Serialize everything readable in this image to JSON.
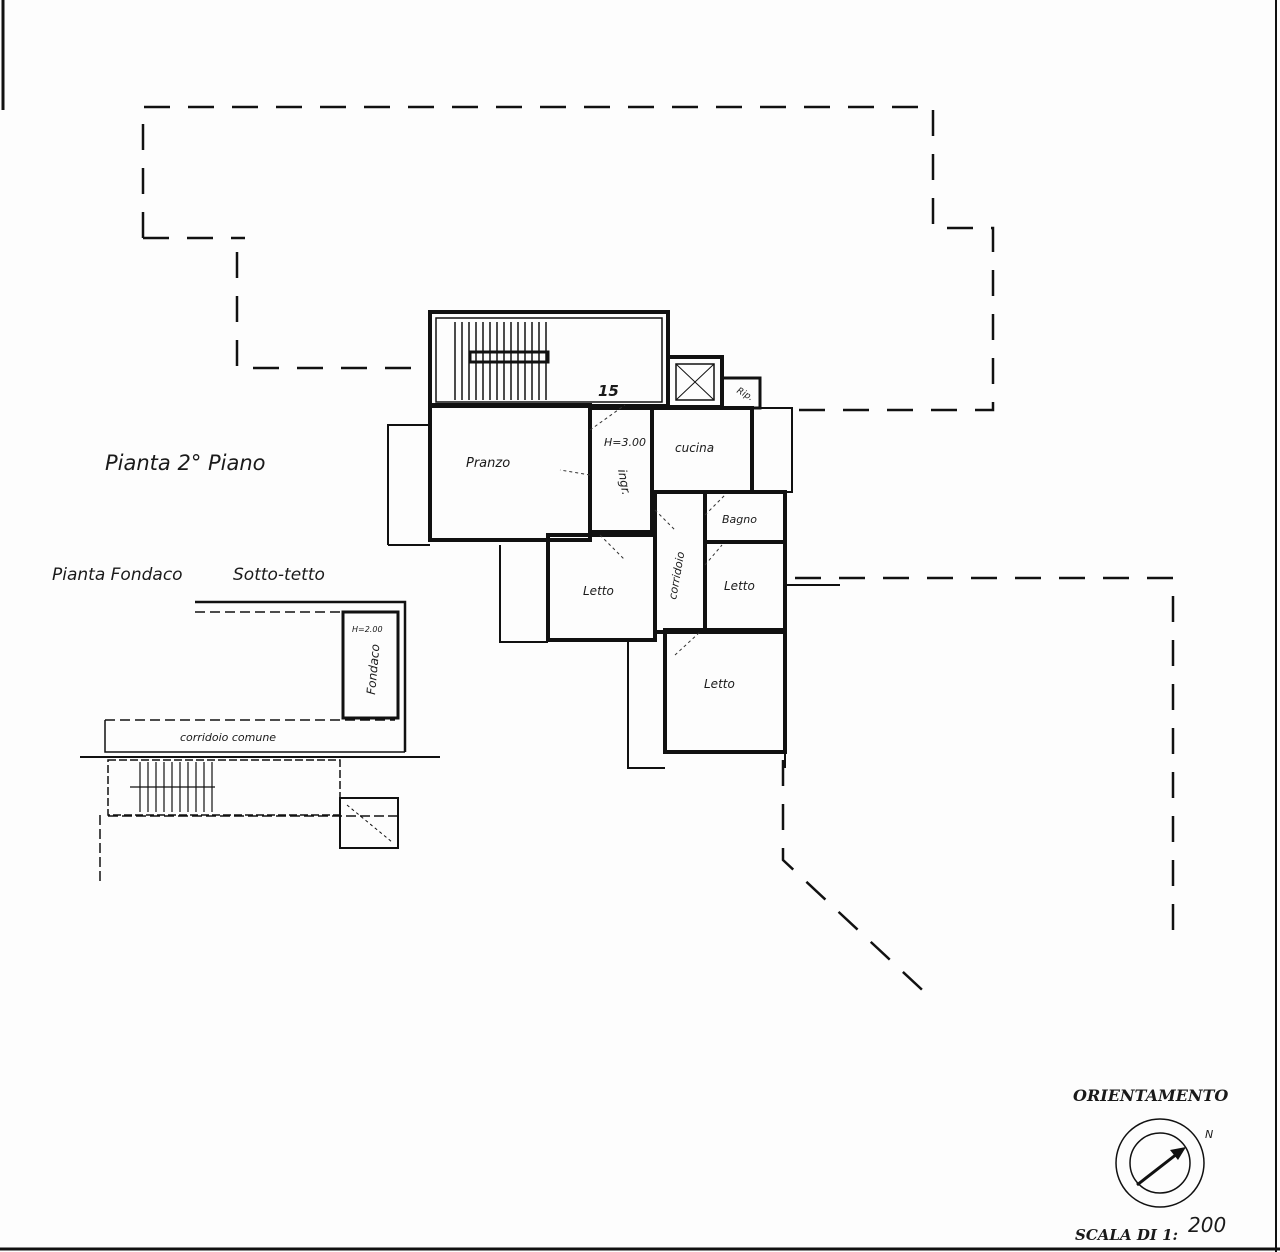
{
  "titles": {
    "main_plan": "Pianta 2° Piano",
    "secondary_plan": "Pianta Fondaco",
    "secondary_plan_sub": "Sotto-tetto"
  },
  "rooms": {
    "landing_number": "15",
    "height_note": "H=3.00",
    "pranzo": "Pranzo",
    "ingresso": "ingr.",
    "cucina": "cucina",
    "bagno": "Bagno",
    "corridoio": "corridoio",
    "letto_1": "Letto",
    "letto_2": "Letto",
    "letto_3": "Letto",
    "ripostiglio": "Rip."
  },
  "fondaco": {
    "height_note": "H=2.00",
    "label": "Fondaco",
    "common_corridor": "corridoio comune"
  },
  "legend": {
    "orientation_title": "ORIENTAMENTO",
    "north": "N",
    "scale_label": "SCALA DI 1:",
    "scale_value": "200",
    "compass_icon": "north-arrow-icon"
  }
}
